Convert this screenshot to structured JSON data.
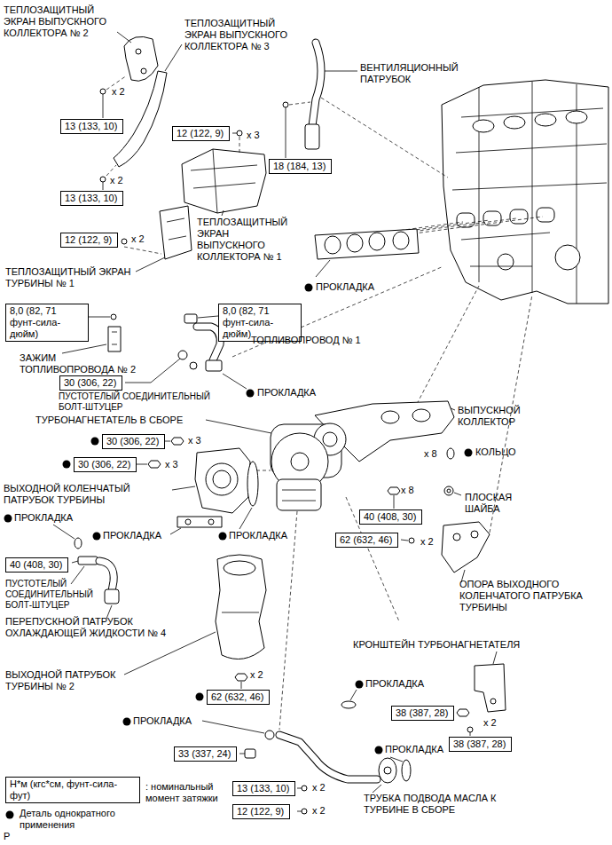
{
  "diagram": {
    "nodes": [
      {
        "text": [
          "13 (133, 10)"
        ]
      },
      {
        "text": [
          "12 (122, 9)"
        ]
      },
      {
        "text": [
          "18 (184, 13)"
        ]
      },
      {
        "text": [
          "13 (133, 10)"
        ]
      },
      {
        "text": [
          "12 (122, 9)"
        ]
      },
      {
        "text": [
          "8,0 (82, 71 фунт-сила-дюйм)"
        ]
      },
      {
        "text": [
          "8,0 (82, 71 фунт-сила-дюйм)"
        ]
      },
      {
        "text": [
          "30 (306, 22)"
        ]
      },
      {
        "text": [
          "30 (306, 22)"
        ]
      },
      {
        "text": [
          "30 (306, 22)"
        ]
      },
      {
        "text": [
          "40 (408, 30)"
        ]
      },
      {
        "text": [
          "62 (632, 46)"
        ]
      },
      {
        "text": [
          "40 (408, 30)"
        ]
      },
      {
        "text": [
          "62 (632, 46)"
        ]
      },
      {
        "text": [
          "38 (387, 28)"
        ]
      },
      {
        "text": [
          "38 (387, 28)"
        ]
      },
      {
        "text": [
          "33 (337, 24)"
        ]
      },
      {
        "text": [
          "13 (133, 10)"
        ]
      },
      {
        "text": [
          "12 (122, 9)"
        ]
      },
      {
        "text": [
          "Н*м (кгс*см, фунт-сила-фут)"
        ]
      }
    ],
    "labels": [
      "ТЕПЛОЗАЩИТНЫЙ ЭКРАН ВЫПУСКНОГО КОЛЛЕКТОРА № 2",
      "ТЕПЛОЗАЩИТНЫЙ ЭКРАН ВЫПУСКНОГО КОЛЛЕКТОРА № 3",
      "ВЕНТИЛЯЦИОННЫЙ ПАТРУБОК",
      "x 2",
      "x 3",
      "x 2",
      "ТЕПЛОЗАЩИТНЫЙ ЭКРАН ВЫПУСКНОГО КОЛЛЕКТОРА № 1",
      "x 2",
      "ТЕПЛОЗАЩИТНЫЙ ЭКРАН ТУРБИНЫ № 1",
      "ПРОКЛАДКА",
      "ЗАЖИМ ТОПЛИВОПРОВОДА № 2",
      "ТОПЛИВОПРОВОД № 1",
      "ПУСТОТЕЛЫЙ СОЕДИНИТЕЛЬНЫЙ БОЛТ-ШТУЦЕР",
      "ПРОКЛАДКА",
      "ТУРБОНАГНЕТАТЕЛЬ В СБОРЕ",
      "ВЫПУСКНОЙ КОЛЛЕКТОР",
      "x 3",
      "x 3",
      "КОЛЬЦО",
      "x 8",
      "x 8",
      "ПЛОСКАЯ ШАЙБА",
      "ВЫХОДНОЙ КОЛЕНЧАТЫЙ ПАТРУБОК ТУРБИНЫ",
      "ПРОКЛАДКА",
      "ПРОКЛАДКА",
      "ПРОКЛАДКА",
      "x 2",
      "ПУСТОТЕЛЫЙ СОЕДИНИТЕЛЬНЫЙ БОЛТ-ШТУЦЕР",
      "ПЕРЕПУСКНОЙ ПАТРУБОК ОХЛАЖДАЮЩЕЙ ЖИДКОСТИ № 4",
      "ОПОРА ВЫХОДНОГО КОЛЕНЧАТОГО ПАТРУБКА ТУРБИНЫ",
      "КРОНШТЕЙН ТУРБОНАГНЕТАТЕЛЯ",
      "x 2",
      "ВЫХОДНОЙ ПАТРУБОК ТУРБИНЫ № 2",
      "ПРОКЛАДКА",
      "x 2",
      "ПРОКЛАДКА",
      "ПРОКЛАДКА",
      "x 2",
      "x 2",
      "ТРУБКА ПОДВОДА МАСЛА К ТУРБИНЕ В СБОРЕ",
      "P"
    ],
    "legend": [
      {
        "text": ": номинальный момент затяжки"
      },
      {
        "text": "Деталь однократного применения"
      }
    ]
  }
}
